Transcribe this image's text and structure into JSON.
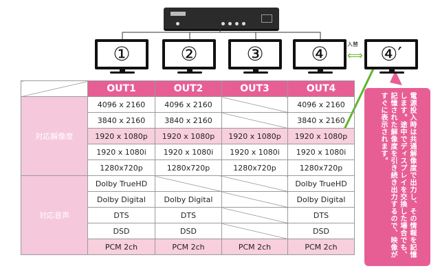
{
  "monitors": [
    "①",
    "②",
    "③",
    "④",
    "④′"
  ],
  "swap_label": "入替",
  "swap_icon": "double-arrow",
  "table": {
    "headers": [
      "OUT1",
      "OUT2",
      "OUT3",
      "OUT4"
    ],
    "group_resolution": "対応解像度",
    "group_audio": "対応音声",
    "resolution_rows": [
      {
        "cells": [
          "4096 x 2160",
          "4096 x 2160",
          "",
          "4096 x 2160"
        ]
      },
      {
        "cells": [
          "3840 x 2160",
          "3840 x 2160",
          "",
          "3840 x 2160"
        ]
      },
      {
        "cells": [
          "1920 x 1080p",
          "1920 x 1080p",
          "1920 x 1080p",
          "1920 x 1080p"
        ]
      },
      {
        "cells": [
          "1920 x 1080i",
          "1920 x 1080i",
          "1920 x 1080i",
          "1920 x 1080i"
        ]
      },
      {
        "cells": [
          "1280x720p",
          "1280x720p",
          "1280x720p",
          "1280x720p"
        ]
      }
    ],
    "audio_rows": [
      {
        "cells": [
          "Dolby TrueHD",
          "",
          "",
          "Dolby TrueHD"
        ]
      },
      {
        "cells": [
          "Dolby Digital",
          "Dolby Digital",
          "",
          "Dolby Digital"
        ]
      },
      {
        "cells": [
          "DTS",
          "DTS",
          "",
          "DTS"
        ]
      },
      {
        "cells": [
          "DSD",
          "DSD",
          "",
          "DSD"
        ]
      },
      {
        "cells": [
          "PCM 2ch",
          "PCM 2ch",
          "PCM 2ch",
          "PCM 2ch"
        ]
      }
    ]
  },
  "note": "電源投入時は共通解像度で出力し、その情報を記憶します。途中でディスプレイを交換した場合でも、記憶された解像度を引き続き出力するので、映像がすぐに表示されます。",
  "colors": {
    "accent": "#e75e95",
    "highlight": "#f8cfdc",
    "arrow": "#5db52c"
  }
}
